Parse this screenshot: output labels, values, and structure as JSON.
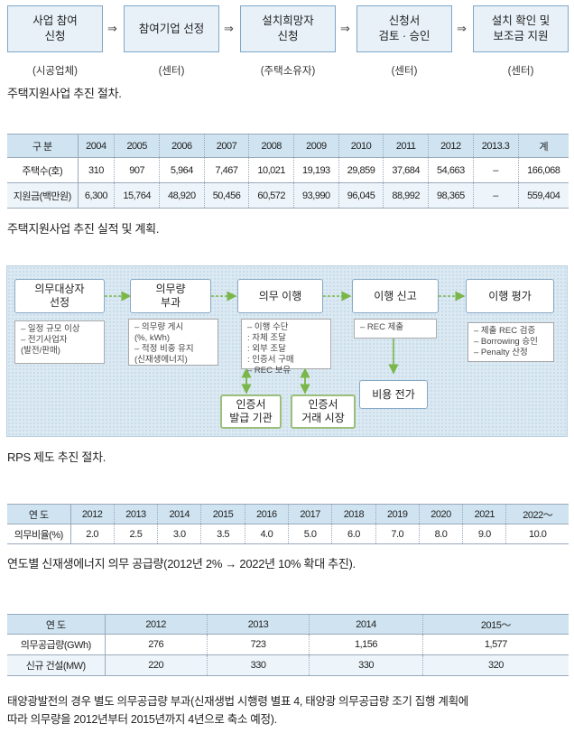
{
  "flow": {
    "steps": [
      {
        "label": "사업 참여\n신청",
        "actor": "(시공업체)"
      },
      {
        "label": "참여기업 선정",
        "actor": "(센터)"
      },
      {
        "label": "설치희망자\n신청",
        "actor": "(주택소유자)"
      },
      {
        "label": "신청서\n검토 · 승인",
        "actor": "(센터)"
      },
      {
        "label": "설치 확인 및\n보조금 지원",
        "actor": "(센터)"
      }
    ],
    "arrow": "⇒",
    "caption": "주택지원사업 추진 절차."
  },
  "table1": {
    "headers": [
      "구 분",
      "2004",
      "2005",
      "2006",
      "2007",
      "2008",
      "2009",
      "2010",
      "2011",
      "2012",
      "2013.3",
      "계"
    ],
    "rows": [
      [
        "주택수(호)",
        "310",
        "907",
        "5,964",
        "7,467",
        "10,021",
        "19,193",
        "29,859",
        "37,684",
        "54,663",
        "–",
        "166,068"
      ],
      [
        "지원금(백만원)",
        "6,300",
        "15,764",
        "48,920",
        "50,456",
        "60,572",
        "93,990",
        "96,045",
        "88,992",
        "98,365",
        "–",
        "559,404"
      ]
    ],
    "caption": "주택지원사업 추진 실적 및 계획."
  },
  "rps": {
    "boxes": {
      "b1": "의무대상자\n선정",
      "b2": "의무량\n부과",
      "b3": "의무 이행",
      "b4": "이행 신고",
      "b5": "이행 평가",
      "b6": "비용 전가",
      "g1": "인증서\n발급 기관",
      "g2": "인증서\n거래 시장"
    },
    "details": {
      "d1": "– 일정 규모 이상\n– 전기사업자\n   (발전/판매)",
      "d2": "– 의무량 게시\n   (%, kWh)\n– 적정 비중 유지\n   (신재생에너지)",
      "d3": "– 이행 수단\n   : 자체 조달\n   : 외부 조달\n   : 인증서 구매\n– REC 보유",
      "d4": "– REC 제출",
      "d5": "– 제출 REC 검증\n– Borrowing 승인\n– Penalty 산정"
    },
    "caption": "RPS 제도 추진 절차."
  },
  "table2": {
    "headers": [
      "연 도",
      "2012",
      "2013",
      "2014",
      "2015",
      "2016",
      "2017",
      "2018",
      "2019",
      "2020",
      "2021",
      "2022～"
    ],
    "rows": [
      [
        "의무비율(%)",
        "2.0",
        "2.5",
        "3.0",
        "3.5",
        "4.0",
        "5.0",
        "6.0",
        "7.0",
        "8.0",
        "9.0",
        "10.0"
      ]
    ],
    "caption": "연도별 신재생에너지 의무 공급량(2012년 2% → 2022년 10% 확대 추진)."
  },
  "table3": {
    "headers": [
      "연 도",
      "2012",
      "2013",
      "2014",
      "2015～"
    ],
    "rows": [
      [
        "의무공급량(GWh)",
        "276",
        "723",
        "1,156",
        "1,577"
      ],
      [
        "신규 건설(MW)",
        "220",
        "330",
        "330",
        "320"
      ]
    ],
    "caption_line1": "태양광발전의 경우 별도 의무공급량 부과(신재생법 시행령 별표 4, 태양광 의무공급량 조기 집행 계획에",
    "caption_line2": "따라 의무량을 2012년부터 2015년까지 4년으로 축소 예정)."
  }
}
